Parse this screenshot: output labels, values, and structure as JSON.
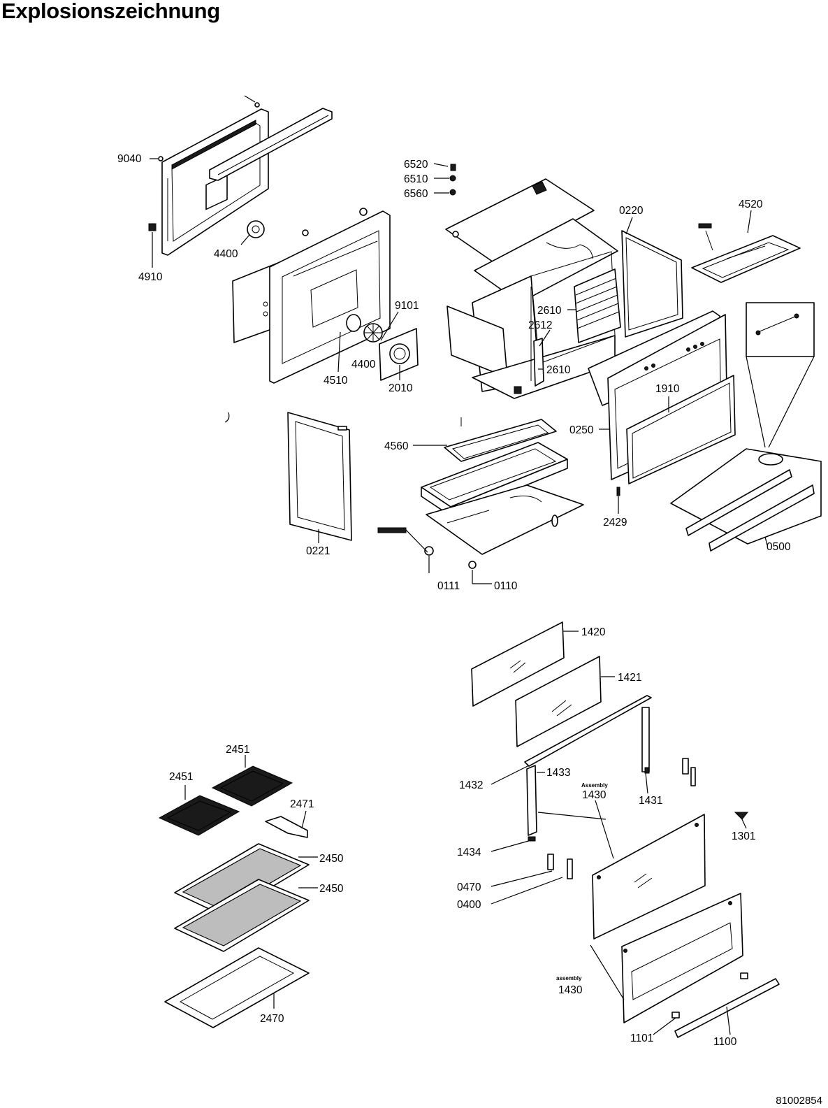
{
  "title": "Explosionszeichnung",
  "document_number": "81002854",
  "callouts": [
    {
      "id": "9040",
      "label": "9040"
    },
    {
      "id": "4910",
      "label": "4910"
    },
    {
      "id": "4400a",
      "label": "4400"
    },
    {
      "id": "6520",
      "label": "6520"
    },
    {
      "id": "6510",
      "label": "6510"
    },
    {
      "id": "6560",
      "label": "6560"
    },
    {
      "id": "0220",
      "label": "0220"
    },
    {
      "id": "4520",
      "label": "4520"
    },
    {
      "id": "9101",
      "label": "9101"
    },
    {
      "id": "4400b",
      "label": "4400"
    },
    {
      "id": "4510",
      "label": "4510"
    },
    {
      "id": "2010",
      "label": "2010"
    },
    {
      "id": "2610a",
      "label": "2610"
    },
    {
      "id": "2612",
      "label": "2612"
    },
    {
      "id": "2610b",
      "label": "2610"
    },
    {
      "id": "1910",
      "label": "1910"
    },
    {
      "id": "0250",
      "label": "0250"
    },
    {
      "id": "4560",
      "label": "4560"
    },
    {
      "id": "2429",
      "label": "2429"
    },
    {
      "id": "0500",
      "label": "0500"
    },
    {
      "id": "0221",
      "label": "0221"
    },
    {
      "id": "0111",
      "label": "0111"
    },
    {
      "id": "0110",
      "label": "0110"
    },
    {
      "id": "1420",
      "label": "1420"
    },
    {
      "id": "1421",
      "label": "1421"
    },
    {
      "id": "1432",
      "label": "1432"
    },
    {
      "id": "1433",
      "label": "1433"
    },
    {
      "id": "1430a",
      "label": "1430"
    },
    {
      "id": "1431",
      "label": "1431"
    },
    {
      "id": "1301",
      "label": "1301"
    },
    {
      "id": "1434",
      "label": "1434"
    },
    {
      "id": "0470",
      "label": "0470"
    },
    {
      "id": "0400",
      "label": "0400"
    },
    {
      "id": "1430b",
      "label": "1430"
    },
    {
      "id": "1101",
      "label": "1101"
    },
    {
      "id": "1100",
      "label": "1100"
    },
    {
      "id": "2451a",
      "label": "2451"
    },
    {
      "id": "2451b",
      "label": "2451"
    },
    {
      "id": "2471",
      "label": "2471"
    },
    {
      "id": "2450a",
      "label": "2450"
    },
    {
      "id": "2450b",
      "label": "2450"
    },
    {
      "id": "2470",
      "label": "2470"
    }
  ],
  "assembly_tags": [
    {
      "id": "assembly-a",
      "label": "Assembly"
    },
    {
      "id": "assembly-b",
      "label": "assembly"
    }
  ]
}
